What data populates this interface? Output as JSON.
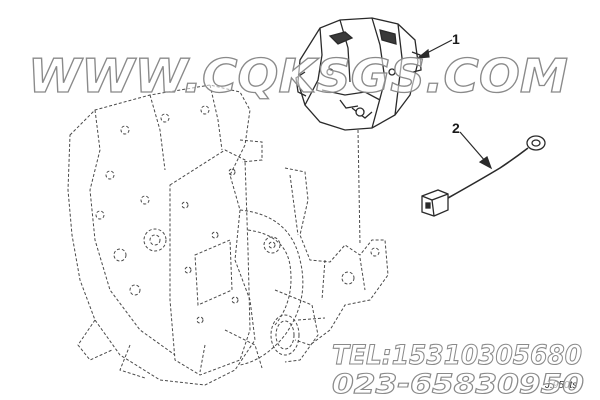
{
  "callouts": [
    "1",
    "2"
  ],
  "watermark": {
    "site": "WWW.CQKSGS.COM",
    "tel": "TEL:15310305680",
    "phone": "023-65830950"
  },
  "figure_code": "J.950ts",
  "colors": {
    "line": "#3a3a3a",
    "watermark_fill": "#ffffff",
    "watermark_stroke": "#8a8a8a"
  }
}
